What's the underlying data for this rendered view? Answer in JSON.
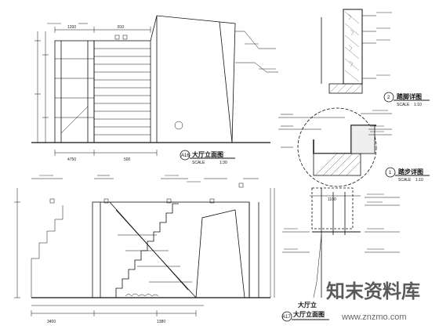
{
  "drawing_titles": {
    "elevation_a": {
      "label": "大厅立面图",
      "number": "A16",
      "scale_label": "SCALE",
      "scale": "1:30"
    },
    "detail_1": {
      "label": "踏步详图",
      "number": "1",
      "scale_label": "SCALE",
      "scale": "1:10"
    },
    "detail_2": {
      "label": "踏脚详图",
      "number": "2",
      "scale_label": "SCALE",
      "scale": "1:10"
    },
    "elevation_b": {
      "label": "大厅立面图",
      "number": "A17"
    },
    "elevation_c": {
      "label": "大厅立"
    }
  },
  "dimensions": {
    "top_left": [
      "1200",
      "810"
    ],
    "top_bottom": [
      "4750",
      "500"
    ],
    "bottom_left": "3400",
    "bottom_right": "1380",
    "detail_top": "1100"
  },
  "watermark": {
    "brand": "知末资料库",
    "url": "www.znzmo.com"
  },
  "colors": {
    "line": "#111111",
    "hatch": "#777777",
    "watermark": "#5a5a5a"
  }
}
